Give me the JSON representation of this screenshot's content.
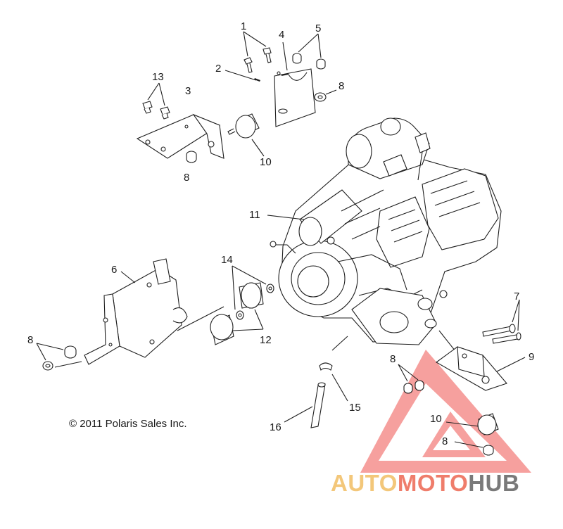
{
  "diagram": {
    "copyright": "© 2011 Polaris Sales Inc.",
    "callouts": [
      {
        "id": "c1",
        "text": "1"
      },
      {
        "id": "c2",
        "text": "2"
      },
      {
        "id": "c3",
        "text": "3"
      },
      {
        "id": "c4",
        "text": "4"
      },
      {
        "id": "c5",
        "text": "5"
      },
      {
        "id": "c6",
        "text": "6"
      },
      {
        "id": "c7",
        "text": "7"
      },
      {
        "id": "c8a",
        "text": "8"
      },
      {
        "id": "c8b",
        "text": "8"
      },
      {
        "id": "c8c",
        "text": "8"
      },
      {
        "id": "c8d",
        "text": "8"
      },
      {
        "id": "c8e",
        "text": "8"
      },
      {
        "id": "c9",
        "text": "9"
      },
      {
        "id": "c10a",
        "text": "10"
      },
      {
        "id": "c10b",
        "text": "10"
      },
      {
        "id": "c11",
        "text": "11"
      },
      {
        "id": "c12",
        "text": "12"
      },
      {
        "id": "c13",
        "text": "13"
      },
      {
        "id": "c14",
        "text": "14"
      },
      {
        "id": "c15",
        "text": "15"
      },
      {
        "id": "c16",
        "text": "16"
      }
    ]
  },
  "watermark": {
    "part1": "AUTO",
    "part2": "MOTO",
    "part3": "HUB",
    "colors": {
      "part1": "#f3c77a",
      "part2": "#ef7d6b",
      "part3": "#7a7a7a",
      "triangle": "#ef5350"
    }
  }
}
